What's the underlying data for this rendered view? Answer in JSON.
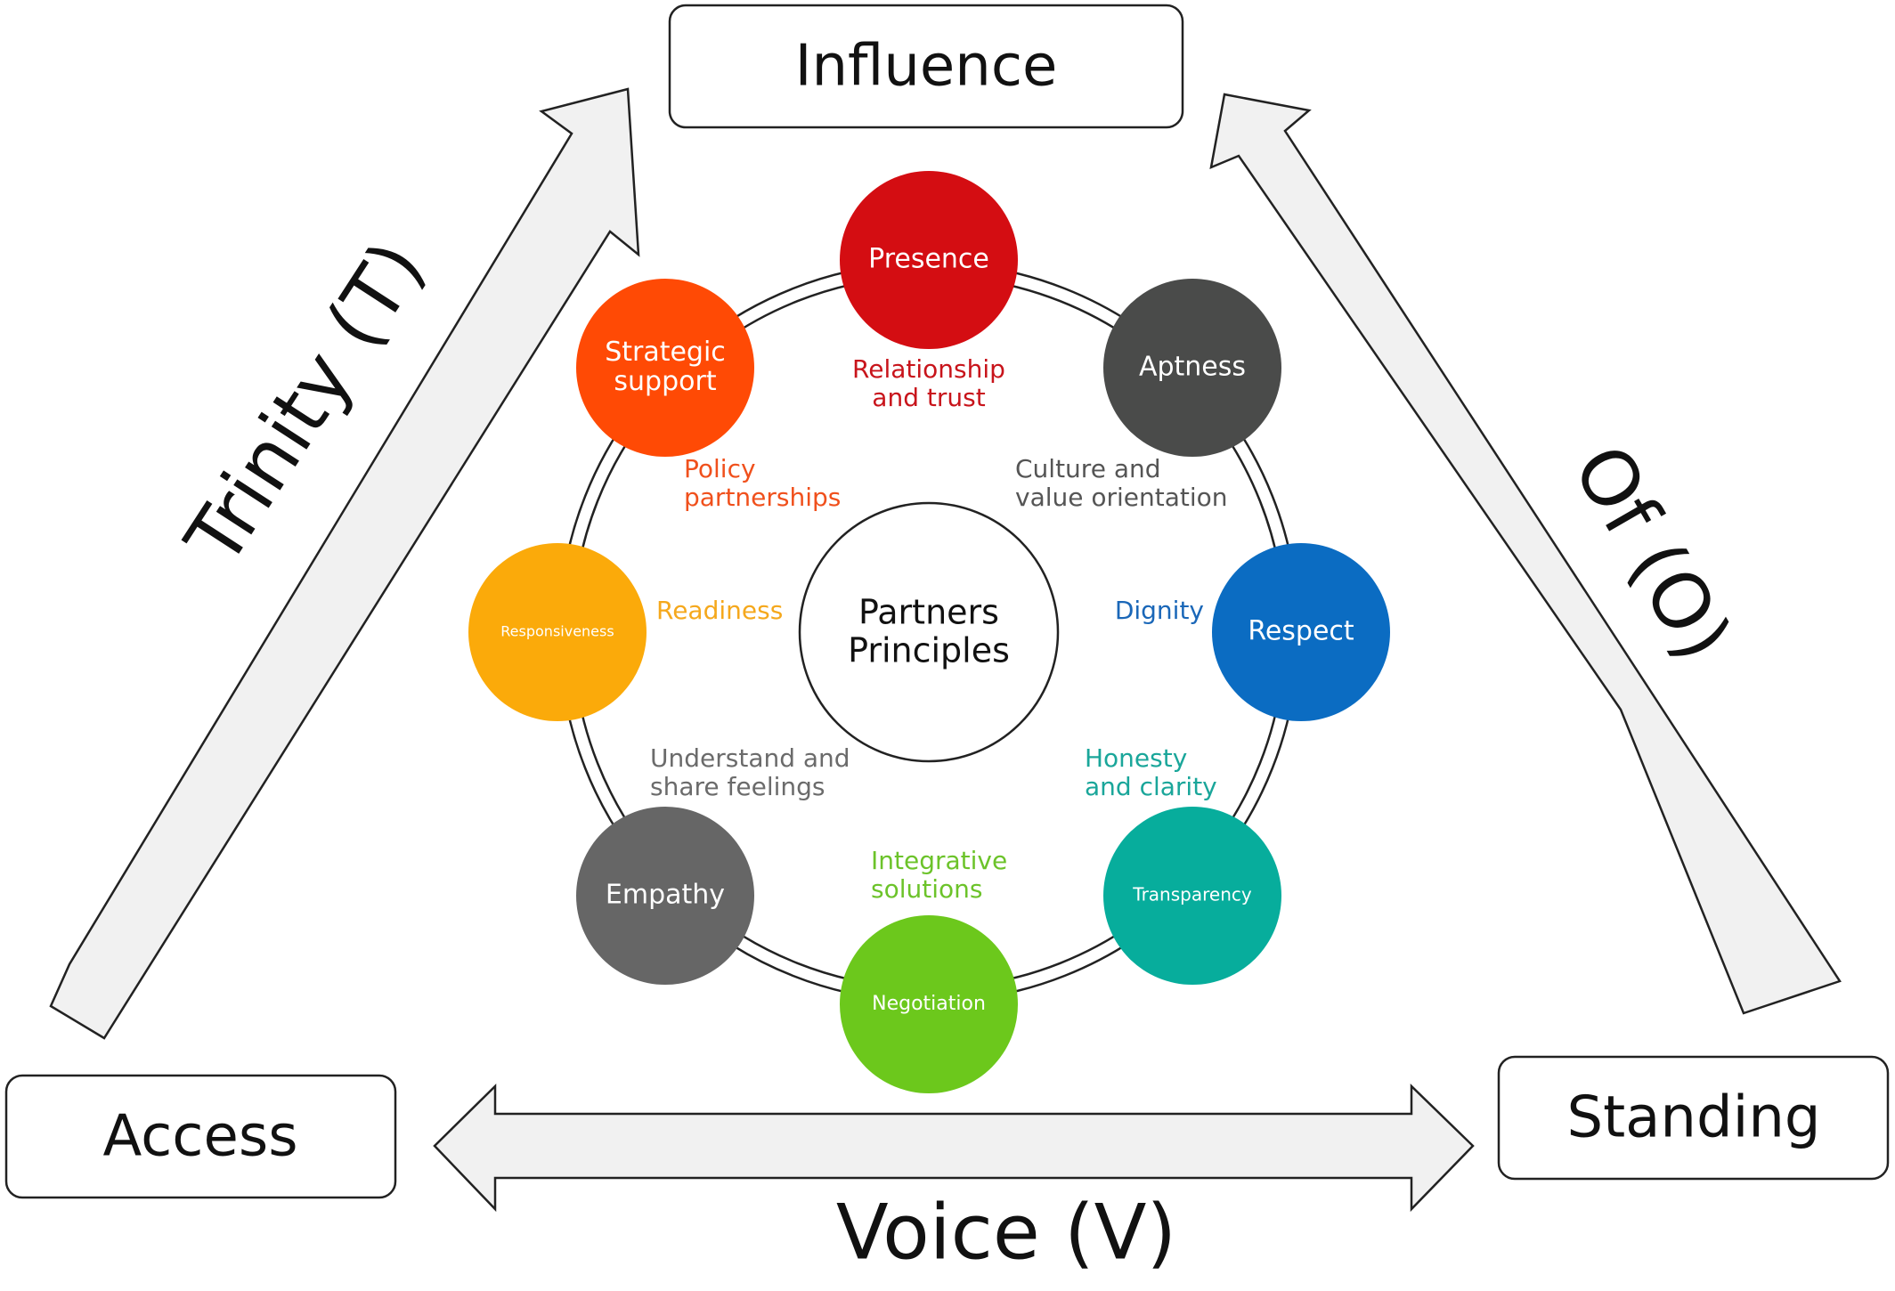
{
  "corner_boxes": {
    "influence": "Influence",
    "access": "Access",
    "standing": "Standing"
  },
  "side_labels": {
    "trinity": "Trinity (T)",
    "of": "Of (O)",
    "voice": "Voice (V)"
  },
  "center": {
    "line1": "Partners",
    "line2": "Principles"
  },
  "principles": [
    {
      "name": "Presence",
      "color": "#d40d12",
      "description": [
        "Relationship",
        "and trust"
      ],
      "desc_color": "#c8141b"
    },
    {
      "name": "Aptness",
      "color": "#4a4b4a",
      "description": [
        "Culture and",
        "value orientation"
      ],
      "desc_color": "#555555"
    },
    {
      "name": "Respect",
      "color": "#0b6cc2",
      "description": [
        "Dignity"
      ],
      "desc_color": "#1a67b8"
    },
    {
      "name": "Transparency",
      "color": "#07ad9c",
      "description": [
        "Honesty",
        "and clarity"
      ],
      "desc_color": "#1aa69a"
    },
    {
      "name": "Negotiation",
      "color": "#6cc81c",
      "description": [
        "Integrative",
        "solutions"
      ],
      "desc_color": "#6cc32a"
    },
    {
      "name": "Empathy",
      "color": "#666666",
      "description": [
        "Understand and",
        "share feelings"
      ],
      "desc_color": "#6b6b6b"
    },
    {
      "name": "Responsiveness",
      "color": "#fbaa0a",
      "description": [
        "Readiness"
      ],
      "desc_color": "#f5a81c"
    },
    {
      "name": "Strategic support",
      "color": "#ff4a05",
      "description": [
        "Policy",
        "partnerships"
      ],
      "desc_color": "#f0501c"
    }
  ]
}
